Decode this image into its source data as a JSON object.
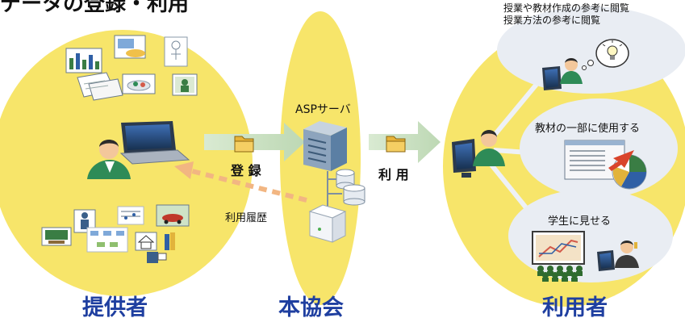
{
  "title": "データの登録・利用",
  "labels": {
    "asp_server": "ASPサーバ",
    "register": "登 録",
    "use": "利 用",
    "usage_history": "利用履歴",
    "purpose_reference": "授業や教材作成の参考に閲覧\n授業方法の参考に閲覧",
    "purpose_material": "教材の一部に使用する",
    "purpose_show": "学生に見せる"
  },
  "groups": {
    "provider": "提供者",
    "association": "本協会",
    "user": "利用者"
  },
  "colors": {
    "circle_fill": "#f7e56a",
    "bubble_fill": "#e9edf3",
    "arrow_green": "#c8dfc0",
    "arrow_dashed": "#f2b682",
    "group_label": "#1f3fa0",
    "person_green": "#2e8b57",
    "skin": "#f3c79b",
    "server": "#5b7fa4"
  },
  "icons": [
    "laptop-icon",
    "person-icon",
    "folder-icon",
    "server-icon",
    "database-icon",
    "lightbulb-icon",
    "pie-chart-icon",
    "audience-icon",
    "monitor-icon"
  ]
}
